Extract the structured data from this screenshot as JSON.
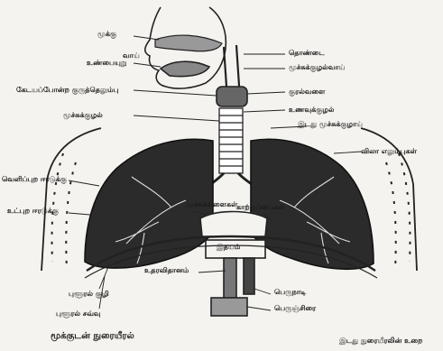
{
  "labels": {
    "nose": "மூக்கு",
    "tongue": "உண்பையுறு",
    "mouth": "வாய்",
    "pharynx": "தொண்டை",
    "nasal_passage": "மூச்சுக்குழல்வாய்",
    "thyroid_cartilage": "கேடயப்போன்ற குருத்தெலும்பு",
    "larynx": "குரல்வளை",
    "trachea": "மூச்சுக்குழல்",
    "left_bronchus": "இடது மூச்சுக்குழாய்",
    "ribs": "விலா எலும்புகள்",
    "pleura_outer": "வெளிப்புற ஈரடுக்கு",
    "lung_inner": "உட்புற ஈரடுக்கு",
    "bronchioles": "மூச்சுக்கிளைகள்",
    "alveoli": "காற்றுப்பைகள்",
    "heart": "இதயம்",
    "oesophagus": "உணவுக்குழல்",
    "aorta": "பெருநாடி",
    "vena_cava": "பெருஞ்சிரை",
    "diaphragm_center": "உதரவிதானம்",
    "pleural_cavity": "புளூரல் குழி",
    "pleural_membrane": "புளூரல் சவ்வு",
    "caption_left": "மூக்குடன் நுரையீரல்",
    "caption_right": "இடது நுரையீரலின் உறை"
  }
}
